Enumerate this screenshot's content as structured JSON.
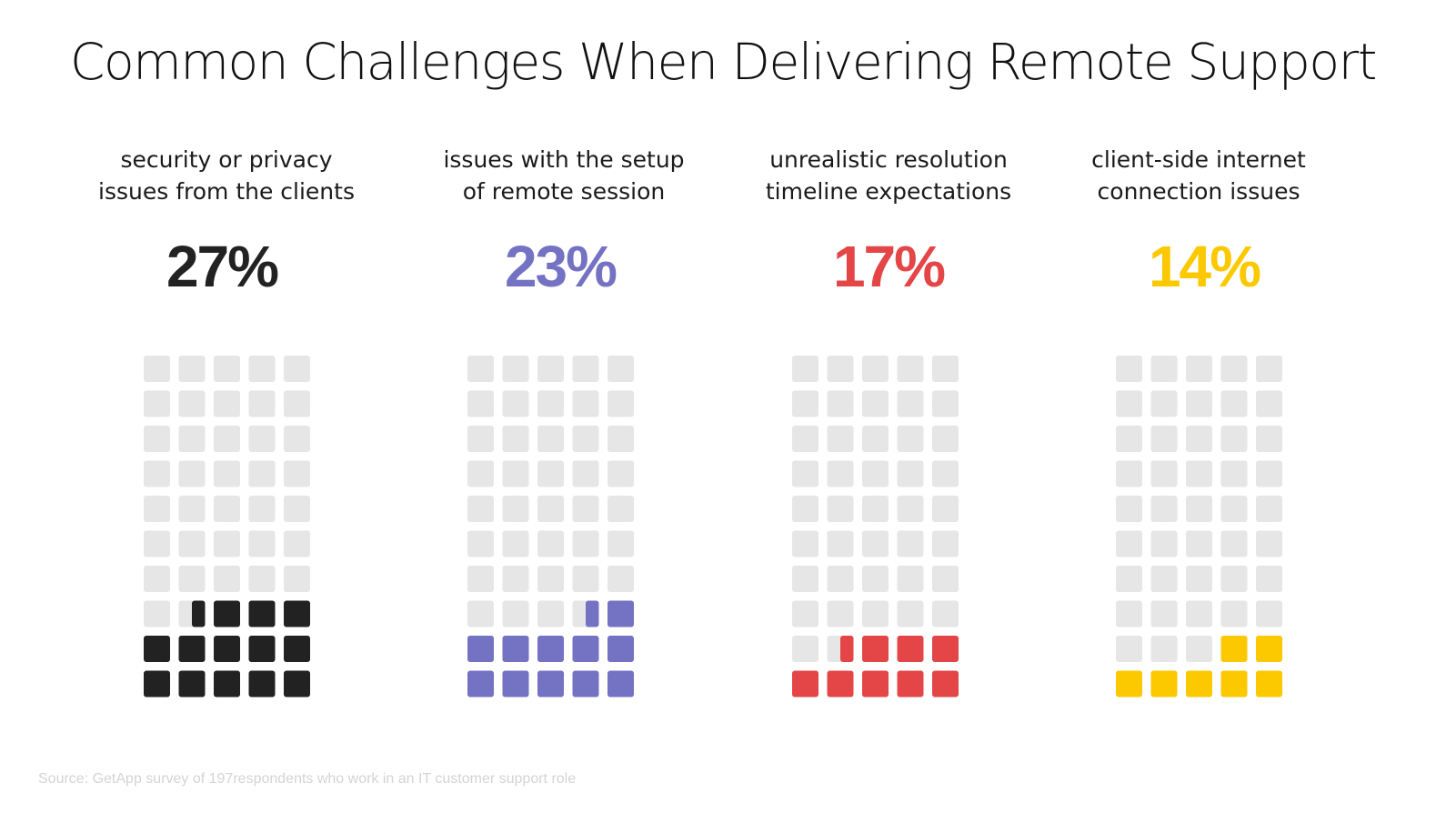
{
  "title": "Common Challenges When Delivering Remote Support",
  "source": "Source: GetApp survey of 197respondents who work in an IT customer support role",
  "colors": {
    "empty": "#e6e6e6"
  },
  "chart_data": {
    "type": "waffle",
    "grid": {
      "columns": 5,
      "rows": 10,
      "total": 50
    },
    "title": "Common Challenges When Delivering Remote Support",
    "series": [
      {
        "label_lines": [
          "security or privacy",
          "issues from the clients"
        ],
        "value_text": "27%",
        "value": 27,
        "color": "#222222"
      },
      {
        "label_lines": [
          "issues with the setup",
          "of remote session"
        ],
        "value_text": "23%",
        "value": 23,
        "color": "#7472c2"
      },
      {
        "label_lines": [
          "unrealistic resolution",
          "timeline expectations"
        ],
        "value_text": "17%",
        "value": 17,
        "color": "#e44546"
      },
      {
        "label_lines": [
          "client-side internet",
          "connection issues"
        ],
        "value_text": "14%",
        "value": 14,
        "color": "#fcc800"
      }
    ]
  }
}
